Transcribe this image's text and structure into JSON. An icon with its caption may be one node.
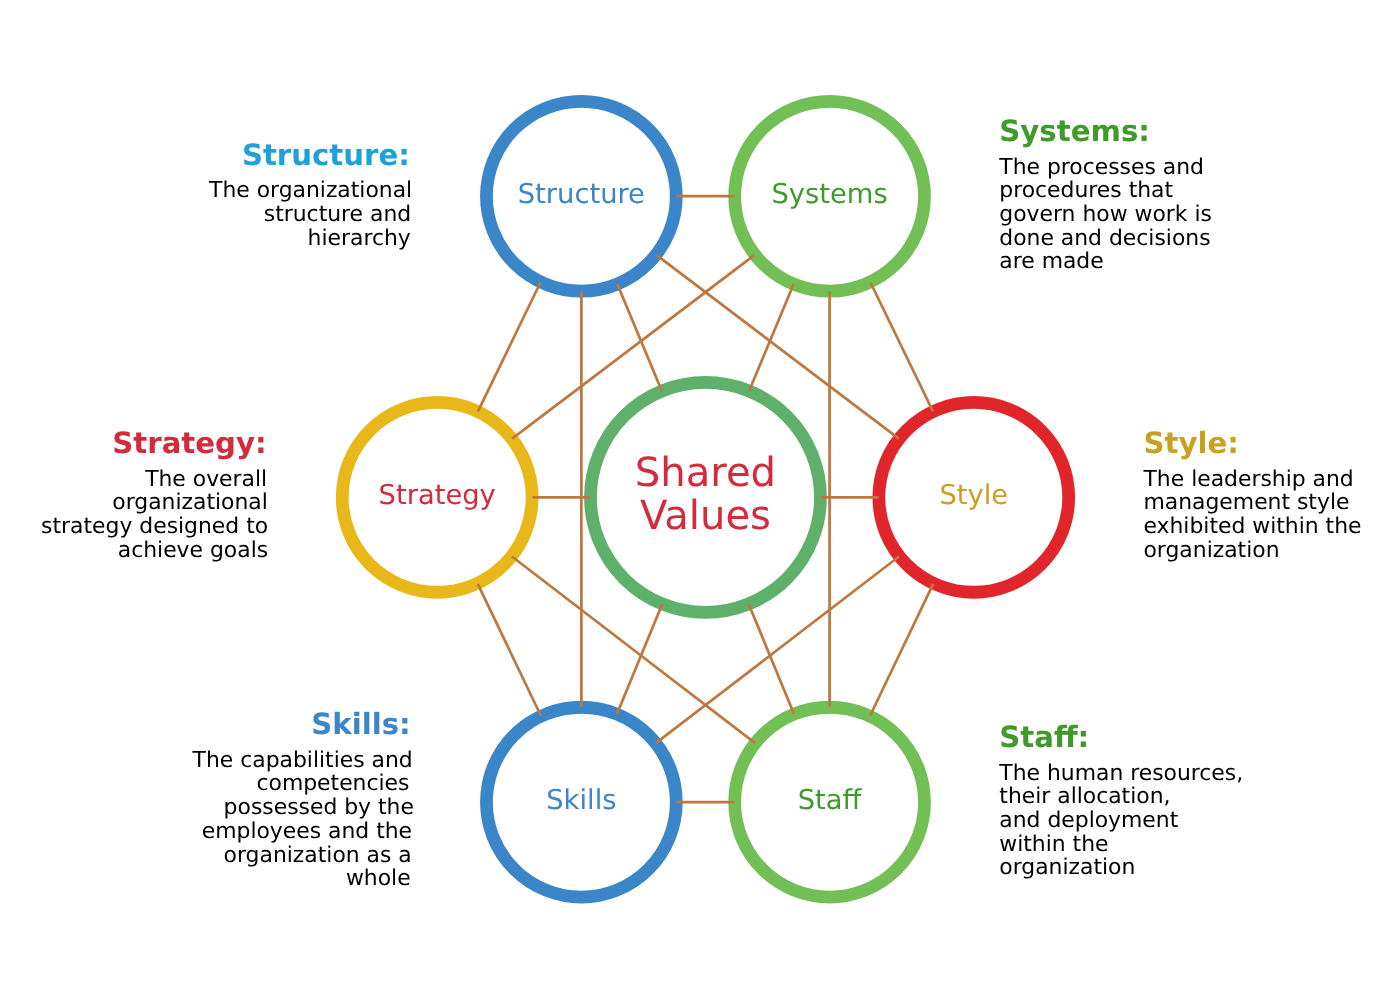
{
  "diagram": {
    "nodes": [
      {
        "text": [
          "Structure"
        ],
        "beside": [
          "Structure:",
          "The organizational structure and hierarchy"
        ]
      },
      {
        "text": [
          "Systems"
        ],
        "beside": [
          "Systems:",
          "The processes and procedures that govern how work is done and decisions are made"
        ]
      },
      {
        "text": [
          "Strategy"
        ],
        "beside": [
          "Strategy:",
          "The overall organizational strategy designed to achieve goals"
        ]
      },
      {
        "text": [
          "Shared Values"
        ]
      },
      {
        "text": [
          "Style"
        ],
        "beside": [
          "Style:",
          "The leadership and management style exhibited within the organization"
        ]
      },
      {
        "text": [
          "Skills"
        ],
        "beside": [
          "Skills:",
          "The capabilities and competencies possessed by the employees and the organization as a whole"
        ]
      },
      {
        "text": [
          "Staff"
        ],
        "beside": [
          "Staff:",
          "The human resources, their allocation, and deployment within the organization"
        ]
      }
    ],
    "edges": [
      {
        "from": 0,
        "to": 1,
        "arrow": "none"
      },
      {
        "from": 0,
        "to": 2,
        "arrow": "none"
      },
      {
        "from": 0,
        "to": 3,
        "arrow": "none"
      },
      {
        "from": 0,
        "to": 4,
        "arrow": "none"
      },
      {
        "from": 0,
        "to": 5,
        "arrow": "none"
      },
      {
        "from": 1,
        "to": 2,
        "arrow": "none"
      },
      {
        "from": 1,
        "to": 3,
        "arrow": "none"
      },
      {
        "from": 1,
        "to": 4,
        "arrow": "none"
      },
      {
        "from": 1,
        "to": 6,
        "arrow": "none"
      },
      {
        "from": 2,
        "to": 3,
        "arrow": "none"
      },
      {
        "from": 2,
        "to": 5,
        "arrow": "none"
      },
      {
        "from": 2,
        "to": 6,
        "arrow": "none"
      },
      {
        "from": 3,
        "to": 4,
        "arrow": "none"
      },
      {
        "from": 3,
        "to": 5,
        "arrow": "none"
      },
      {
        "from": 3,
        "to": 6,
        "arrow": "none"
      },
      {
        "from": 4,
        "to": 5,
        "arrow": "none"
      },
      {
        "from": 4,
        "to": 6,
        "arrow": "none"
      },
      {
        "from": 5,
        "to": 6,
        "arrow": "none"
      }
    ]
  }
}
